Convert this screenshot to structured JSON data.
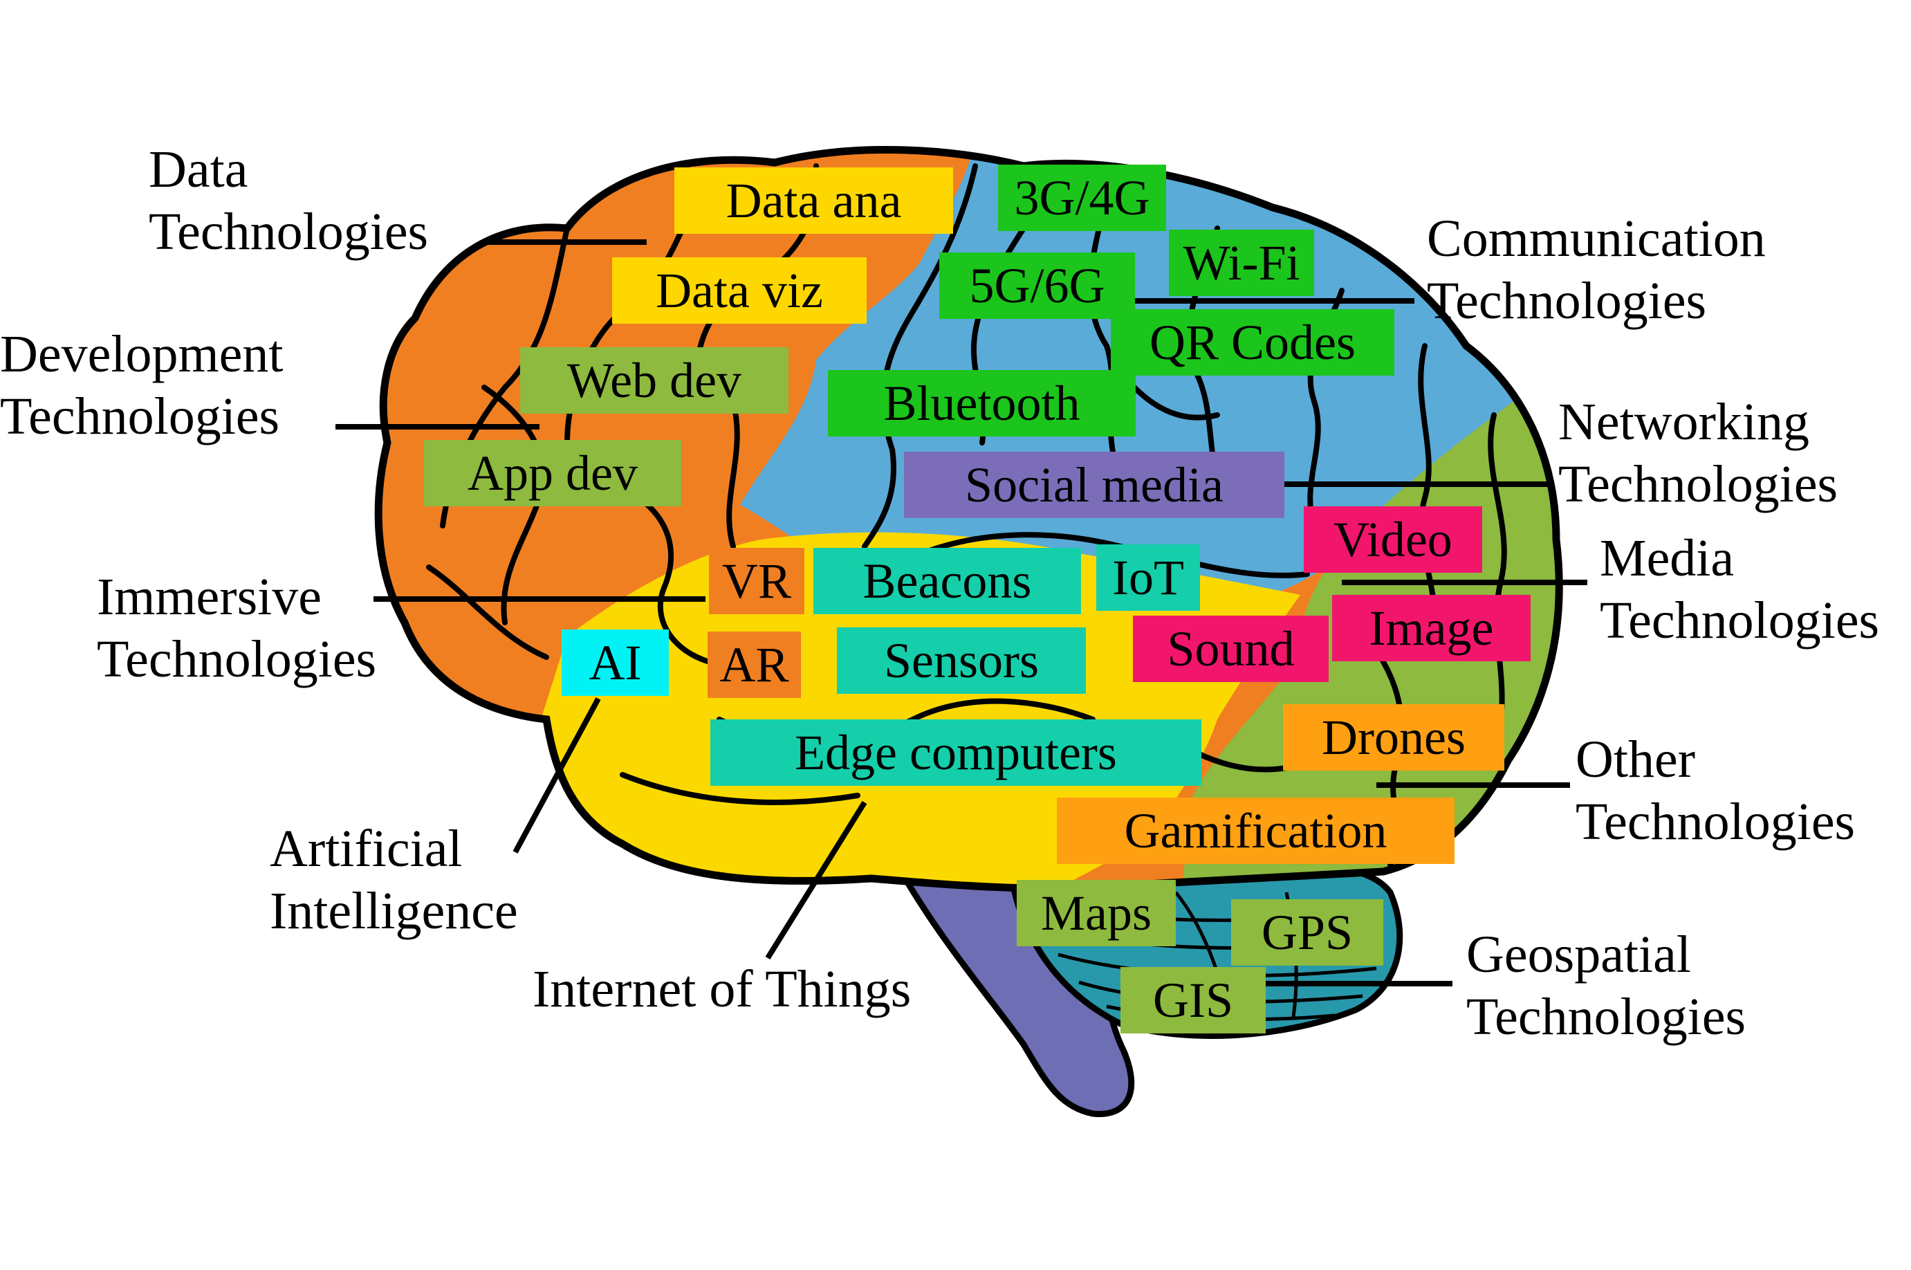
{
  "colors": {
    "frontal": "#f07f22",
    "parietal": "#5aabd8",
    "occipital": "#8dba3f",
    "temporal": "#fbd900",
    "cerebellum": "#2899ab",
    "brainstem": "#6e6eb4",
    "outline": "#000000"
  },
  "tags": [
    {
      "id": "data-ana",
      "label": "Data ana",
      "color": "#fed700"
    },
    {
      "id": "data-viz",
      "label": "Data viz",
      "color": "#fed700"
    },
    {
      "id": "web-dev",
      "label": "Web dev",
      "color": "#8dba3f"
    },
    {
      "id": "app-dev",
      "label": "App dev",
      "color": "#8dba3f"
    },
    {
      "id": "3g4g",
      "label": "3G/4G",
      "color": "#1bc51b"
    },
    {
      "id": "wi-fi",
      "label": "Wi-Fi",
      "color": "#1bc51b"
    },
    {
      "id": "5g6g",
      "label": "5G/6G",
      "color": "#1bc51b"
    },
    {
      "id": "qr-codes",
      "label": "QR Codes",
      "color": "#1bc51b"
    },
    {
      "id": "bluetooth",
      "label": "Bluetooth",
      "color": "#1bc51b"
    },
    {
      "id": "social-media",
      "label": "Social media",
      "color": "#7b6db8"
    },
    {
      "id": "video",
      "label": "Video",
      "color": "#f1166c"
    },
    {
      "id": "image",
      "label": "Image",
      "color": "#f1166c"
    },
    {
      "id": "sound",
      "label": "Sound",
      "color": "#f1166c"
    },
    {
      "id": "vr",
      "label": "VR",
      "color": "#f07f22"
    },
    {
      "id": "ar",
      "label": "AR",
      "color": "#f07f22"
    },
    {
      "id": "beacons",
      "label": "Beacons",
      "color": "#14cfa9"
    },
    {
      "id": "iot",
      "label": "IoT",
      "color": "#14cfa9"
    },
    {
      "id": "sensors",
      "label": "Sensors",
      "color": "#14cfa9"
    },
    {
      "id": "ai",
      "label": "AI",
      "color": "#00f2f5"
    },
    {
      "id": "edge-computers",
      "label": "Edge computers",
      "color": "#14cfa9"
    },
    {
      "id": "drones",
      "label": "Drones",
      "color": "#ff9f12"
    },
    {
      "id": "gamification",
      "label": "Gamification",
      "color": "#ff9f12"
    },
    {
      "id": "maps",
      "label": "Maps",
      "color": "#8dba3f"
    },
    {
      "id": "gps",
      "label": "GPS",
      "color": "#8dba3f"
    },
    {
      "id": "gis",
      "label": "GIS",
      "color": "#8dba3f"
    }
  ],
  "categories": [
    {
      "id": "data",
      "lines": [
        "Data",
        "Technologies"
      ]
    },
    {
      "id": "development",
      "lines": [
        "Development",
        "Technologies"
      ]
    },
    {
      "id": "immersive",
      "lines": [
        "Immersive",
        "Technologies"
      ]
    },
    {
      "id": "ai",
      "lines": [
        "Artificial",
        "Intelligence"
      ]
    },
    {
      "id": "iot",
      "lines": [
        "Internet of Things"
      ]
    },
    {
      "id": "communication",
      "lines": [
        "Communication",
        "Technologies"
      ]
    },
    {
      "id": "networking",
      "lines": [
        "Networking",
        "Technologies"
      ]
    },
    {
      "id": "media",
      "lines": [
        "Media",
        "Technologies"
      ]
    },
    {
      "id": "other",
      "lines": [
        "Other",
        "Technologies"
      ]
    },
    {
      "id": "geospatial",
      "lines": [
        "Geospatial",
        "Technologies"
      ]
    }
  ]
}
